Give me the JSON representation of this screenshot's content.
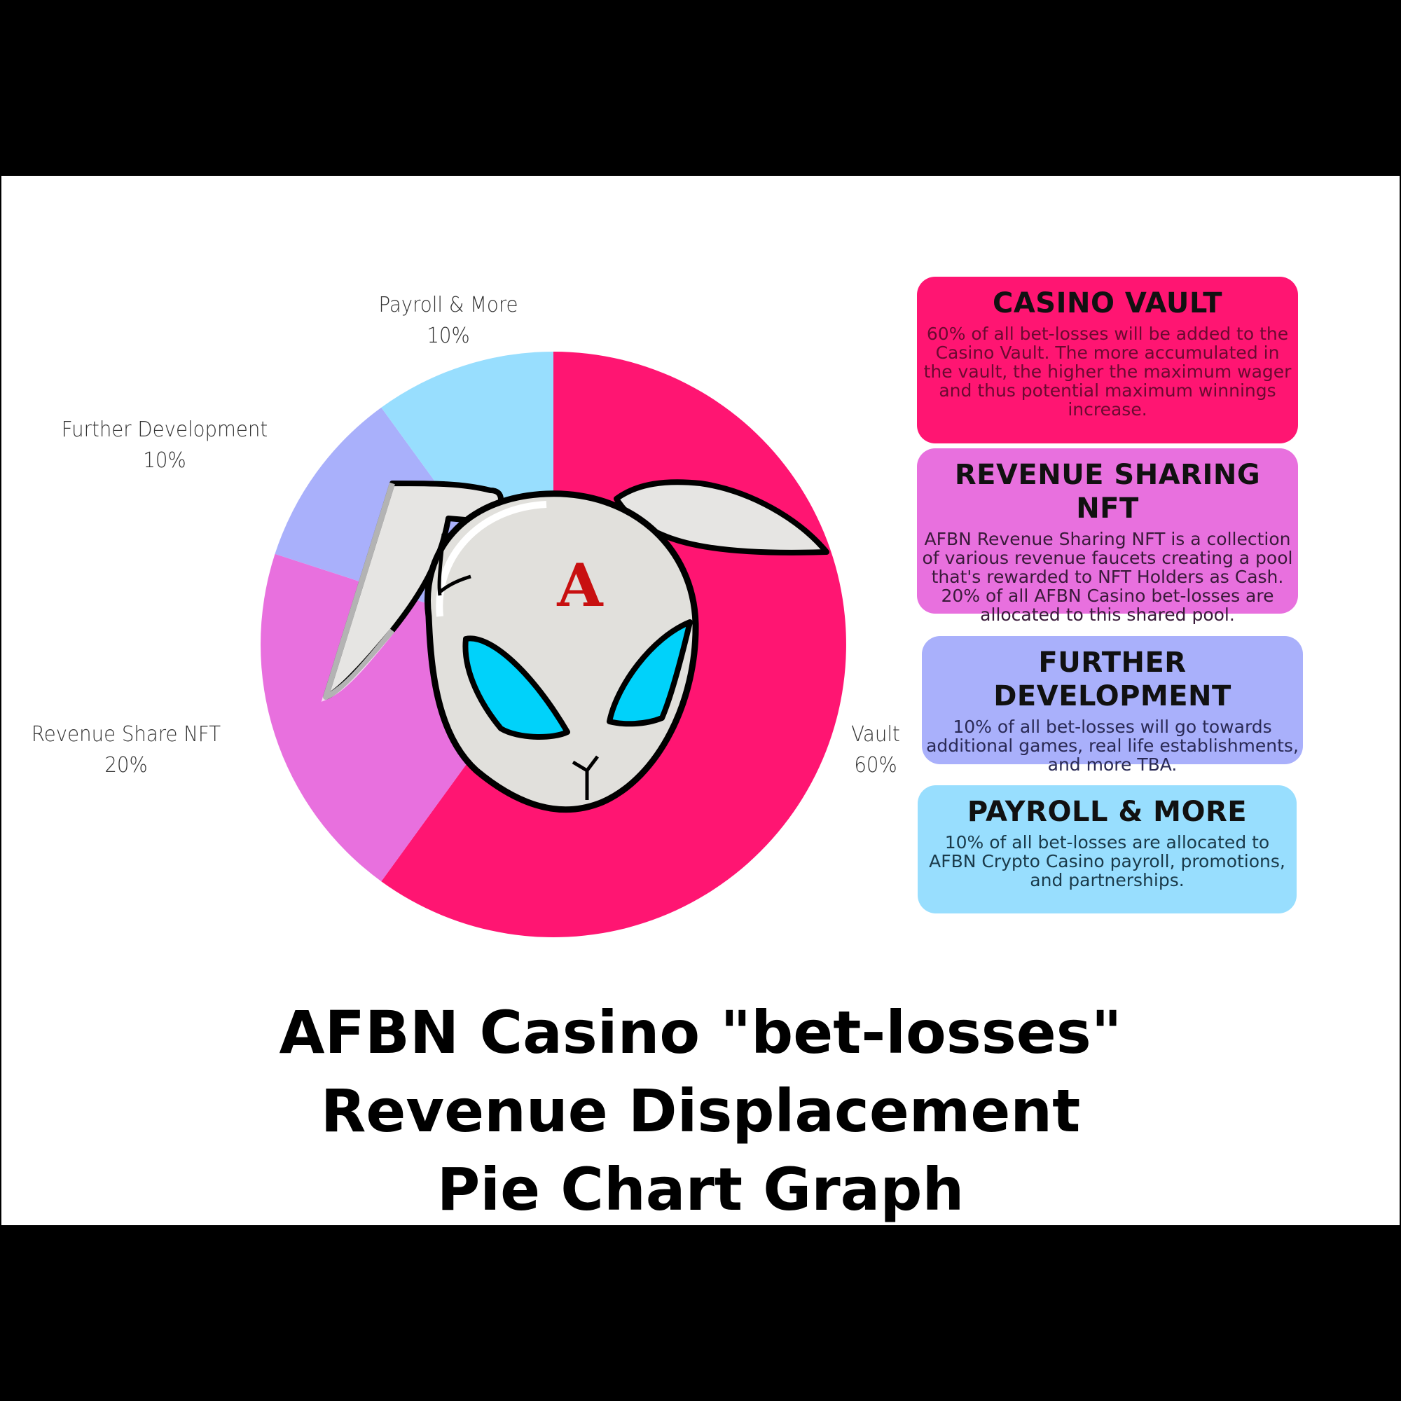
{
  "chart_data": {
    "type": "pie",
    "title": "AFBN Casino \"bet-losses\" Revenue Displacement Pie Chart Graph",
    "categories": [
      "Vault",
      "Revenue Share NFT",
      "Further Development",
      "Payroll & More"
    ],
    "values": [
      60,
      20,
      10,
      10
    ],
    "colors": [
      "#FF1572",
      "#E870DE",
      "#A9B0FB",
      "#98DEFE"
    ],
    "labels_shown": [
      "Vault 60%",
      "Revenue Share NFT 20%",
      "Further Development 10%",
      "Payroll & More 10%"
    ],
    "start_angle": "12 o'clock, clockwise",
    "legend": "none (external slice labels + description boxes on right)"
  },
  "labels": {
    "payroll": {
      "name": "Payroll & More",
      "pct": "10%"
    },
    "development": {
      "name": "Further Development",
      "pct": "10%"
    },
    "nft": {
      "name": "Revenue Share NFT",
      "pct": "20%"
    },
    "vault": {
      "name": "Vault",
      "pct": "60%"
    }
  },
  "boxes": [
    {
      "title": "CASINO VAULT",
      "body": "60% of all bet-losses will be added to the Casino Vault. The more accumulated in the vault, the higher the maximum wager and thus potential maximum winnings increase.",
      "color": "#FF1572"
    },
    {
      "title": "REVENUE SHARING NFT",
      "body": "AFBN Revenue Sharing NFT is a collection of various revenue faucets creating a pool that's rewarded to NFT Holders as Cash. 20% of all AFBN Casino bet-losses are allocated to this shared pool.",
      "color": "#E870DE"
    },
    {
      "title": "FURTHER DEVELOPMENT",
      "body": "10% of all bet-losses will go towards additional games, real life establishments, and more TBA.",
      "color": "#A9B0FB"
    },
    {
      "title": "PAYROLL & MORE",
      "body": "10% of all bet-losses are allocated to AFBN Crypto Casino payroll, promotions, and partnerships.",
      "color": "#98DEFE"
    }
  ],
  "title": {
    "line1": "AFBN Casino \"bet-losses\"",
    "line2": "Revenue Displacement",
    "line3": "Pie Chart Graph"
  },
  "logo": {
    "letter": "A"
  }
}
